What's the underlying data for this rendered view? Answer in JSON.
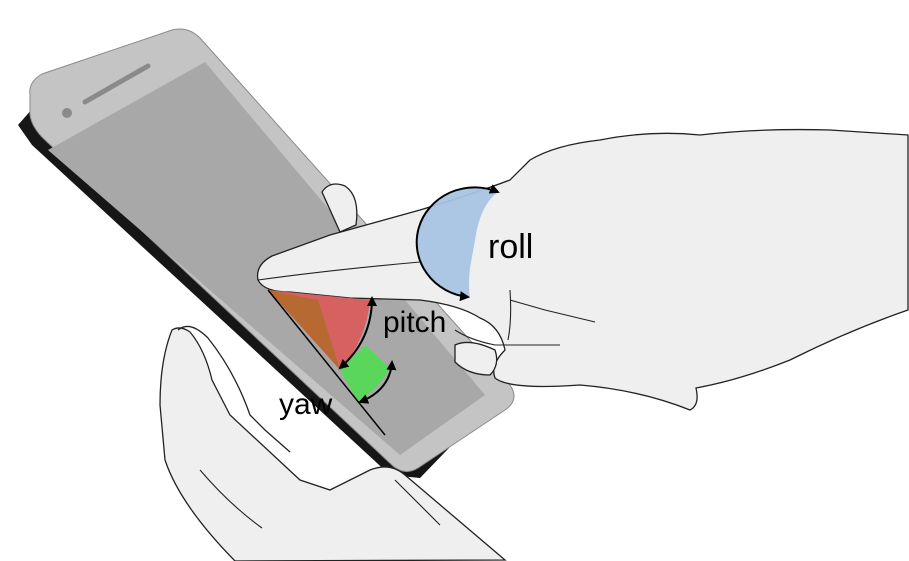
{
  "labels": {
    "roll": "roll",
    "pitch": "pitch",
    "yaw": "yaw"
  },
  "colors": {
    "background": "#ffffff",
    "skin": "#efefef",
    "outline": "#222222",
    "phone_body": "#c4c4c4",
    "phone_screen": "#a8a8a8",
    "phone_edge": "#161616",
    "pitch": "#d95b5b",
    "yaw": "#55d955",
    "roll": "#a8c4e2",
    "overlap": "#b36a2c",
    "arrow": "#000000"
  }
}
